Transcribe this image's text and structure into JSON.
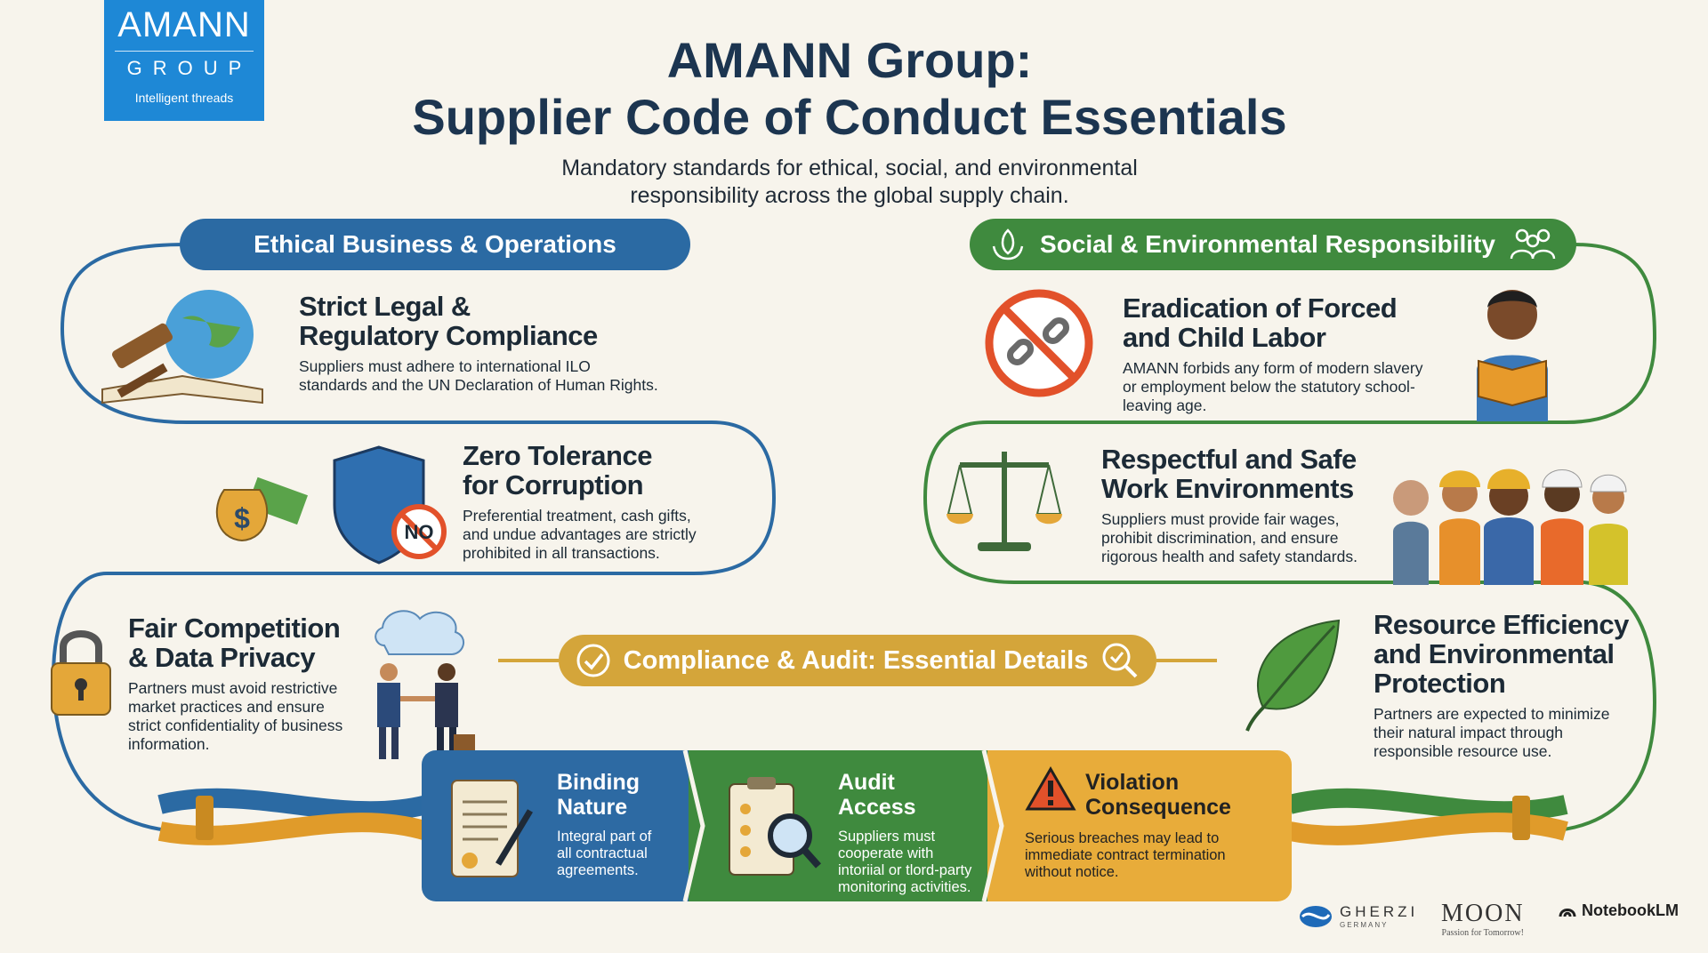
{
  "logo": {
    "line1": "AMANN",
    "line2": "GROUP",
    "tagline": "Intelligent threads"
  },
  "header": {
    "title_line1": "AMANN Group:",
    "title_line2": "Supplier Code of Conduct Essentials",
    "subtitle_line1": "Mandatory standards for ethical, social, and environmental",
    "subtitle_line2": "responsibility across the global supply chain."
  },
  "sections": {
    "ethical": "Ethical Business & Operations",
    "social": "Social & Environmental Responsibility",
    "compliance": "Compliance & Audit: Essential Details"
  },
  "cards": {
    "legal": {
      "title1": "Strict Legal &",
      "title2": "Regulatory Compliance",
      "text1": "Suppliers must adhere to international ILO",
      "text2": "standards and the UN Declaration of Human Rights."
    },
    "corruption": {
      "title1": "Zero Tolerance",
      "title2": "for Corruption",
      "text1": "Preferential treatment, cash gifts,",
      "text2": "and undue advantages are strictly",
      "text3": "prohibited in all transactions.",
      "badge": "NO"
    },
    "competition": {
      "title1": "Fair Competition",
      "title2": "& Data Privacy",
      "text1": "Partners must avoid restrictive",
      "text2": "market practices and ensure",
      "text3": "strict confidentiality of business",
      "text4": "information."
    },
    "labor": {
      "title1": "Eradication of Forced",
      "title2": "and Child Labor",
      "text1": "AMANN forbids any form of modern slavery",
      "text2": "or employment below the statutory school-",
      "text3": "leaving age."
    },
    "work": {
      "title1": "Respectful and Safe",
      "title2": "Work Environments",
      "text1": "Suppliers must provide fair wages,",
      "text2": "prohibit discrimination, and ensure",
      "text3": "rigorous health and safety standards."
    },
    "resource": {
      "title1": "Resource Efficiency",
      "title2": "and Environmental",
      "title3": "Protection",
      "text1": "Partners are expected to minimize",
      "text2": "their natural impact through",
      "text3": "responsible resource use."
    }
  },
  "panels": {
    "binding": {
      "title1": "Binding",
      "title2": "Nature",
      "text1": "Integral part of",
      "text2": "all contractual",
      "text3": "agreements."
    },
    "audit": {
      "title1": "Audit",
      "title2": "Access",
      "text1": "Suppliers must",
      "text2": "cooperate with",
      "text3": "intoriial or tlord-party",
      "text4": "monitoring activities."
    },
    "violation": {
      "title1": "Violation",
      "title2": "Consequence",
      "text1": "Serious breaches may lead to",
      "text2": "immediate contract termination",
      "text3": "without notice."
    }
  },
  "footer": {
    "gherzi": "GHERZI",
    "gherzi_sub": "GERMANY",
    "moon": "MOON",
    "moon_sub": "Passion for Tomorrow!",
    "notebook": "NotebookLM"
  },
  "colors": {
    "blue": "#2b6aa3",
    "green": "#3f8a3e",
    "gold": "#d4a53a",
    "navy": "#1c3550"
  }
}
